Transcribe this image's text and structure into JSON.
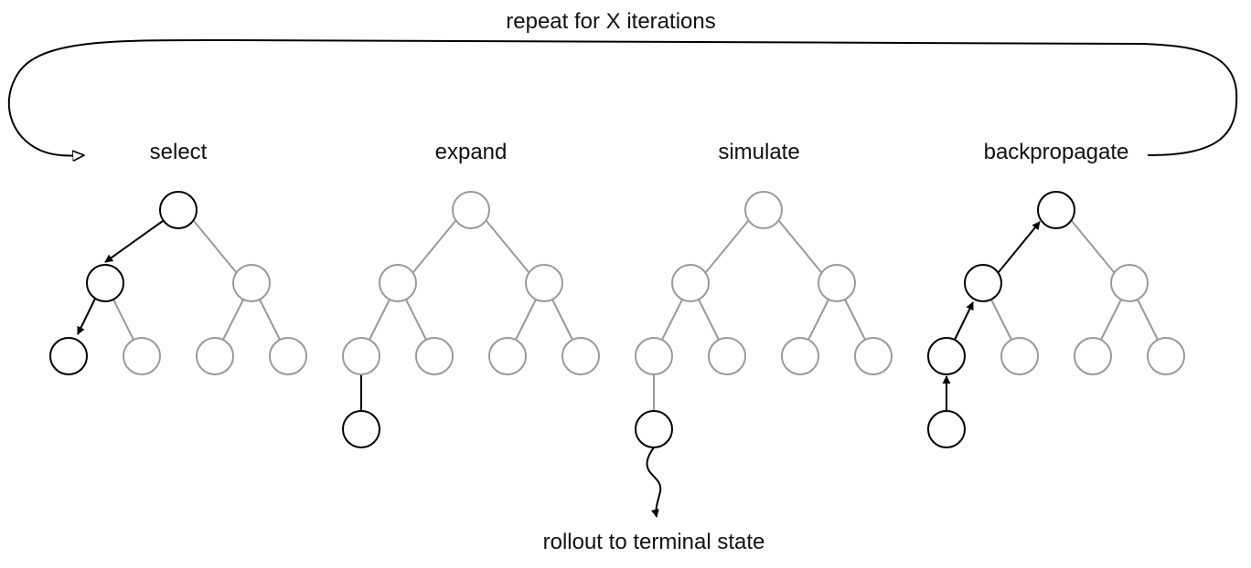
{
  "loop_label": "repeat for X iterations",
  "phases": [
    {
      "id": "select",
      "label": "select"
    },
    {
      "id": "expand",
      "label": "expand"
    },
    {
      "id": "simulate",
      "label": "simulate"
    },
    {
      "id": "backpropagate",
      "label": "backpropagate"
    }
  ],
  "rollout_label": "rollout to terminal state",
  "colors": {
    "active": "#000000",
    "inactive": "#9a9a9a",
    "text": "#111111",
    "background": "#ffffff"
  }
}
